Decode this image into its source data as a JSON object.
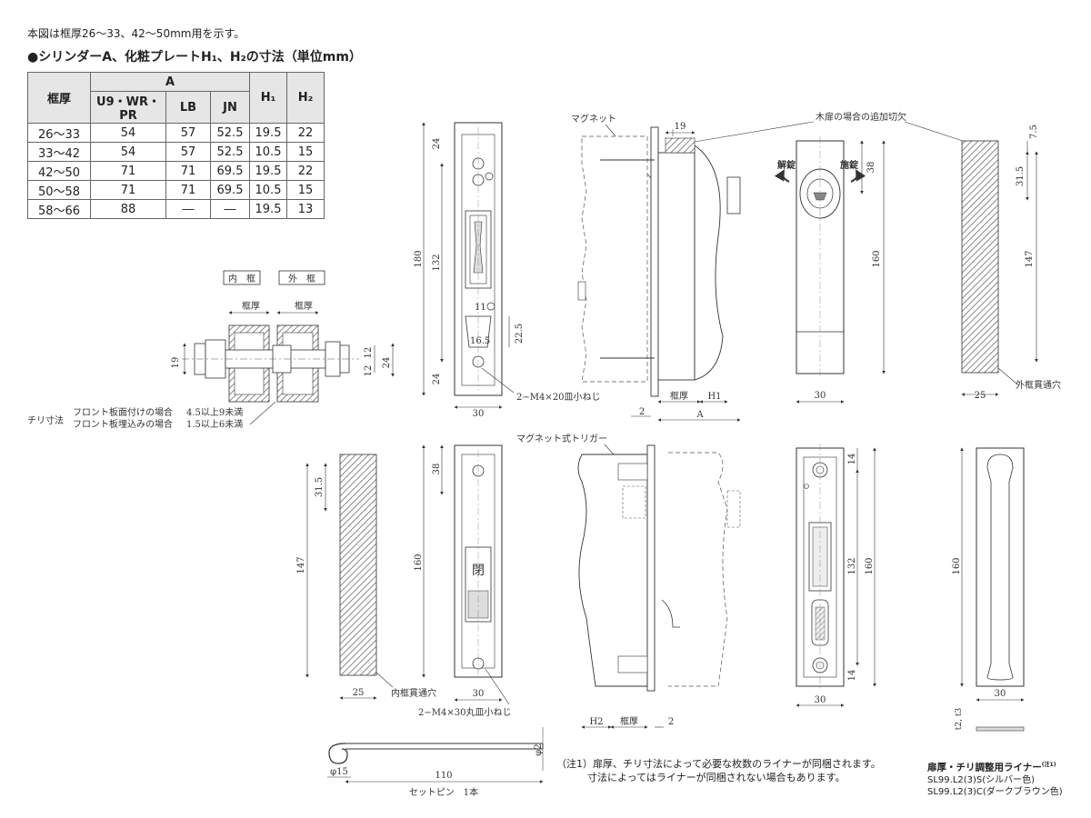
{
  "header": {
    "note": "本図は框厚26〜33、42〜50mm用を示す。",
    "title": "●シリンダーA、化粧プレートH₁、H₂の寸法（単位mm）"
  },
  "table": {
    "headers": {
      "frame": "框厚",
      "A": "A",
      "sub": [
        "U9・WR・PR",
        "LB",
        "JN"
      ],
      "H1": "H₁",
      "H2": "H₂"
    },
    "rows": [
      [
        "26〜33",
        "54",
        "57",
        "52.5",
        "19.5",
        "22"
      ],
      [
        "33〜42",
        "54",
        "57",
        "52.5",
        "10.5",
        "15"
      ],
      [
        "42〜50",
        "71",
        "71",
        "69.5",
        "19.5",
        "22"
      ],
      [
        "50〜58",
        "71",
        "71",
        "69.5",
        "10.5",
        "15"
      ],
      [
        "58〜66",
        "88",
        "―",
        "―",
        "19.5",
        "13"
      ]
    ]
  },
  "cylinder": {
    "inner": "内　框",
    "outer": "外　框",
    "frame_l": "框厚",
    "frame_r": "框厚",
    "d19": "19",
    "d12a": "12",
    "d12b": "12",
    "d24": "24",
    "chiri_label": "チリ寸法",
    "case1": "フロント板面付けの場合",
    "case2": "フロント板埋込みの場合",
    "val1": "4.5以上9未満",
    "val2": "1.5以上6未満"
  },
  "front_top": {
    "d24a": "24",
    "d180": "180",
    "d132": "132",
    "d24b": "24",
    "d11": "11",
    "d22_5": "22.5",
    "d16_5": "16.5",
    "d30": "30",
    "screw": "2−M4×20皿小ねじ"
  },
  "side_top": {
    "magnet": "マグネット",
    "d19": "19",
    "wood": "木扉の場合の追加切欠",
    "d2": "2",
    "frame": "框厚",
    "h1": "H1",
    "a": "A"
  },
  "escutcheon": {
    "unlock": "解錠",
    "lock": "施錠",
    "d38": "38",
    "d160": "160",
    "d30": "30"
  },
  "cutout_top": {
    "d7_5": "7.5",
    "d31_5": "31.5",
    "d147": "147",
    "d25": "25",
    "label": "外框貫通穴"
  },
  "cutout_bottom": {
    "d31_5": "31.5",
    "d147": "147",
    "d25": "25",
    "label": "内框貫通穴"
  },
  "front_bottom": {
    "d38": "38",
    "d160": "160",
    "d30": "30",
    "closed": "閉",
    "screw": "2−M4×30丸皿小ねじ"
  },
  "side_bottom": {
    "trigger": "マグネット式トリガー",
    "h2": "H2",
    "frame": "框厚",
    "d2": "2"
  },
  "strike": {
    "d14a": "14",
    "d132": "132",
    "d160": "160",
    "d14b": "14",
    "d30": "30"
  },
  "liner_part": {
    "d160": "160",
    "d30": "30",
    "t": "t2, t3"
  },
  "pin": {
    "d2": "φ2",
    "d15": "φ15",
    "d110": "110",
    "label": "セットピン　1本"
  },
  "footnote": {
    "line1": "（注1）扉厚、チリ寸法によって必要な枚数のライナーが同梱されます。",
    "line2": "寸法によってはライナーが同梱されない場合もあります。"
  },
  "liner": {
    "title": "扉厚・チリ調整用ライナー",
    "sup": "(注1)",
    "item1": "SL99.L2(3)S(シルバー色)",
    "item2": "SL99.L2(3)C(ダークブラウン色)"
  }
}
